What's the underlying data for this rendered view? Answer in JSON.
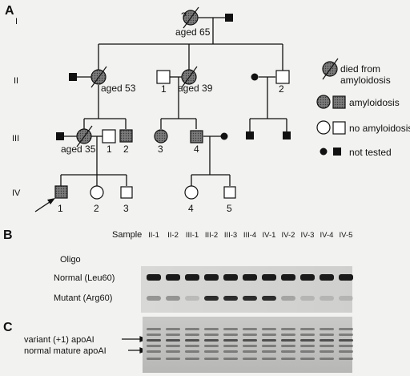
{
  "panels": {
    "a": "A",
    "b": "B",
    "c": "C"
  },
  "pedigree": {
    "generations": [
      "I",
      "II",
      "III",
      "IV"
    ],
    "ages": {
      "i": "aged 65",
      "ii_left": "aged 53",
      "ii_mid": "aged 39",
      "iii": "aged 35"
    },
    "question_mark": "?",
    "ids": {
      "ii_1": "1",
      "ii_2": "2",
      "iii_1": "1",
      "iii_2": "2",
      "iii_3": "3",
      "iii_4": "4",
      "iv_1": "1",
      "iv_2": "2",
      "iv_3": "3",
      "iv_4": "4",
      "iv_5": "5"
    }
  },
  "legend": {
    "died_line1": "died from",
    "died_line2": "amyloidosis",
    "amyloidosis": "amyloidosis",
    "no_amyloidosis": "no amyloidosis",
    "not_tested": "not tested"
  },
  "gel_b": {
    "sample_label": "Sample",
    "samples": [
      "II-1",
      "II-2",
      "III-1",
      "III-2",
      "III-3",
      "III-4",
      "IV-1",
      "IV-2",
      "IV-3",
      "IV-4",
      "IV-5"
    ],
    "oligo_label": "Oligo",
    "normal_label": "Normal (Leu60)",
    "mutant_label": "Mutant (Arg60)",
    "mutant_band_strength": [
      0.35,
      0.35,
      0.15,
      0.9,
      0.9,
      0.9,
      0.9,
      0.25,
      0.15,
      0.15,
      0.15
    ]
  },
  "gel_c": {
    "variant_label": "variant (+1) apoAI",
    "normal_label": "normal mature apoAI"
  }
}
